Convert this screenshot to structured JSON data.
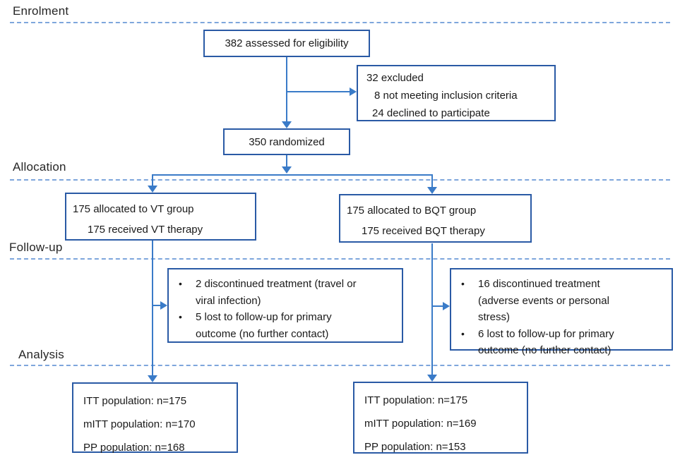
{
  "sections": {
    "enrolment": {
      "label": "Enrolment"
    },
    "allocation": {
      "label": "Allocation"
    },
    "followup": {
      "label": "Follow-up"
    },
    "analysis": {
      "label": "Analysis"
    }
  },
  "bullet_char": "•",
  "boxes": {
    "eligibility": {
      "text": "382 assessed for eligibility"
    },
    "excluded": {
      "lines": [
        "32 excluded",
        "8 not meeting inclusion criteria",
        "24 declined to participate"
      ]
    },
    "randomized": {
      "text": "350 randomized"
    },
    "vt_allocation": {
      "lines": [
        "175 allocated to VT group",
        "175 received VT therapy"
      ]
    },
    "bqt_allocation": {
      "lines": [
        "175 allocated to BQT group",
        "175 received BQT therapy"
      ]
    },
    "vt_followup": {
      "bullets": [
        "2 discontinued treatment (travel or viral infection)",
        "5 lost to follow-up for primary outcome (no further contact)"
      ]
    },
    "bqt_followup": {
      "bullets": [
        "16 discontinued treatment (adverse events or personal stress)",
        "6 lost to follow-up for primary outcome (no further contact)"
      ]
    },
    "vt_analysis": {
      "lines": [
        "ITT population: n=175",
        "mITT population: n=170",
        "PP population: n=168"
      ]
    },
    "bqt_analysis": {
      "lines": [
        "ITT population: n=175",
        "mITT population: n=169",
        "PP population: n=153"
      ]
    }
  },
  "colors": {
    "box_border": "#2a5aa5",
    "arrow": "#3a7bc8",
    "dashed": "#7ea6dc",
    "text": "#1a1a1a",
    "heading": "#262626"
  }
}
